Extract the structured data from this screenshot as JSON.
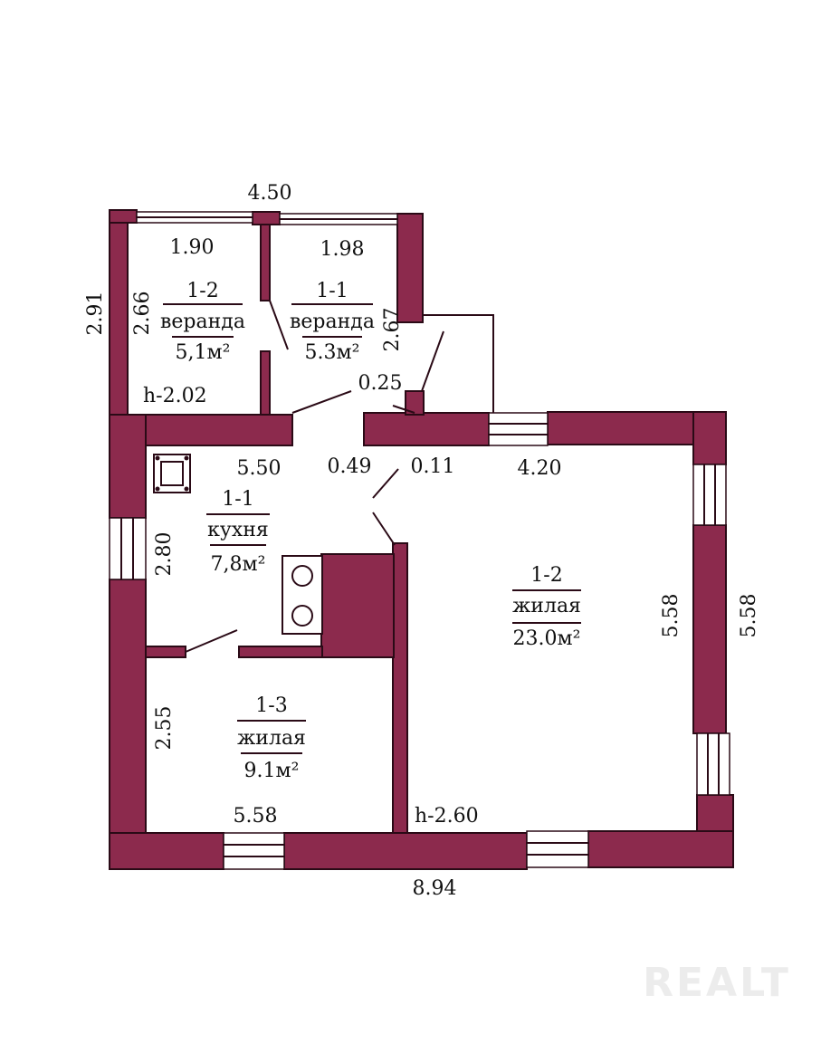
{
  "colors": {
    "wall": "#8c2a4d",
    "outline": "#2a0a16",
    "background": "#ffffff",
    "text": "#111111"
  },
  "rooms": {
    "veranda_1_2": {
      "number": "1-2",
      "name": "веранда",
      "area": "5,1м²"
    },
    "veranda_1_1": {
      "number": "1-1",
      "name": "веранда",
      "area": "5.3м²"
    },
    "kitchen_1_1": {
      "number": "1-1",
      "name": "кухня",
      "area": "7,8м²"
    },
    "living_1_2": {
      "number": "1-2",
      "name": "жилая",
      "area": "23.0м²"
    },
    "living_1_3": {
      "number": "1-3",
      "name": "жилая",
      "area": "9.1м²"
    }
  },
  "dimensions": {
    "veranda_total_width": "4.50",
    "veranda_left_width": "1.90",
    "veranda_right_width": "1.98",
    "veranda_outer_depth": "2.91",
    "veranda_left_depth": "2.66",
    "veranda_right_depth": "2.67",
    "veranda_height": "h-2.02",
    "partition_025": "0.25",
    "partition_049": "0.49",
    "partition_011": "0.11",
    "kitchen_width": "5.50",
    "kitchen_depth": "2.80",
    "living_top_width": "4.20",
    "living_inner_depth": "5.58",
    "living_outer_depth": "5.58",
    "bedroom_depth": "2.55",
    "bedroom_width": "5.58",
    "house_height": "h-2.60",
    "house_total_width": "8.94"
  },
  "watermark": "REALT"
}
